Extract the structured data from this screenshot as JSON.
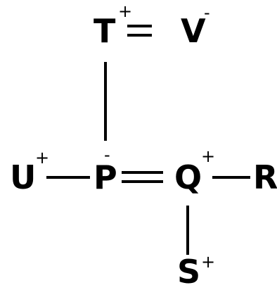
{
  "atoms": {
    "T": {
      "symbol": "T",
      "charge": "+"
    },
    "V": {
      "symbol": "V",
      "charge": "-"
    },
    "U": {
      "symbol": "U",
      "charge": "+"
    },
    "P": {
      "symbol": "P",
      "charge": "-"
    },
    "Q": {
      "symbol": "Q",
      "charge": "+"
    },
    "R": {
      "symbol": "R",
      "charge": ""
    },
    "S": {
      "symbol": "S",
      "charge": "+"
    }
  },
  "bonds": [
    {
      "from": "T",
      "to": "V",
      "order": 2
    },
    {
      "from": "T",
      "to": "P",
      "order": 1
    },
    {
      "from": "U",
      "to": "P",
      "order": 1
    },
    {
      "from": "P",
      "to": "Q",
      "order": 2
    },
    {
      "from": "Q",
      "to": "R",
      "order": 1
    },
    {
      "from": "Q",
      "to": "S",
      "order": 1
    }
  ]
}
